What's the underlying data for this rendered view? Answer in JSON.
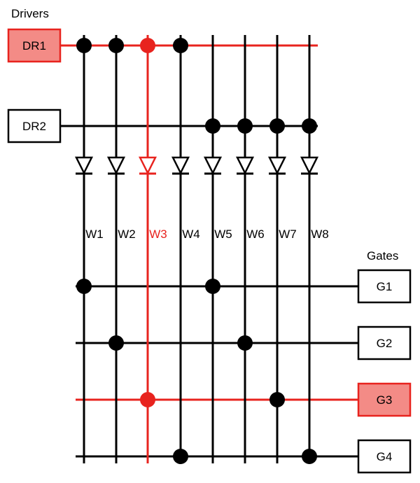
{
  "colors": {
    "normal": "#000000",
    "highlight": "#e8231e",
    "highlight_fill": "#f38b86",
    "box_fill": "#ffffff"
  },
  "headers": {
    "drivers": "Drivers",
    "gates": "Gates"
  },
  "drivers": [
    {
      "label": "DR1",
      "highlighted": true
    },
    {
      "label": "DR2",
      "highlighted": false
    }
  ],
  "wires": [
    {
      "label": "W1",
      "highlighted": false
    },
    {
      "label": "W2",
      "highlighted": false
    },
    {
      "label": "W3",
      "highlighted": true
    },
    {
      "label": "W4",
      "highlighted": false
    },
    {
      "label": "W5",
      "highlighted": false
    },
    {
      "label": "W6",
      "highlighted": false
    },
    {
      "label": "W7",
      "highlighted": false
    },
    {
      "label": "W8",
      "highlighted": false
    }
  ],
  "gates": [
    {
      "label": "G1",
      "highlighted": false
    },
    {
      "label": "G2",
      "highlighted": false
    },
    {
      "label": "G3",
      "highlighted": true
    },
    {
      "label": "G4",
      "highlighted": false
    }
  ],
  "driver_connections": [
    {
      "driver": "DR1",
      "wires": [
        "W1",
        "W2",
        "W3",
        "W4"
      ]
    },
    {
      "driver": "DR2",
      "wires": [
        "W5",
        "W6",
        "W7",
        "W8"
      ]
    }
  ],
  "gate_connections": [
    {
      "gate": "G1",
      "wires": [
        "W1",
        "W5"
      ]
    },
    {
      "gate": "G2",
      "wires": [
        "W2",
        "W6"
      ]
    },
    {
      "gate": "G3",
      "wires": [
        "W3",
        "W7"
      ]
    },
    {
      "gate": "G4",
      "wires": [
        "W4",
        "W8"
      ]
    }
  ]
}
